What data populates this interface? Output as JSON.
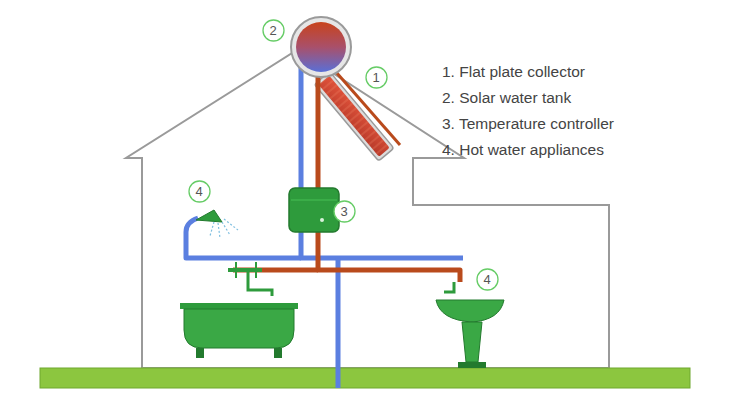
{
  "diagram": {
    "nodes": [
      {
        "text": [
          "2"
        ]
      },
      {
        "text": [
          "1"
        ]
      },
      {
        "text": [
          "4"
        ]
      },
      {
        "text": [
          "3"
        ]
      },
      {
        "text": [
          "4"
        ]
      }
    ],
    "labels": [
      "1. Flat plate collector",
      "2. Solar water tank",
      "3. Temperature controller",
      "4. Hot water appliances"
    ]
  }
}
